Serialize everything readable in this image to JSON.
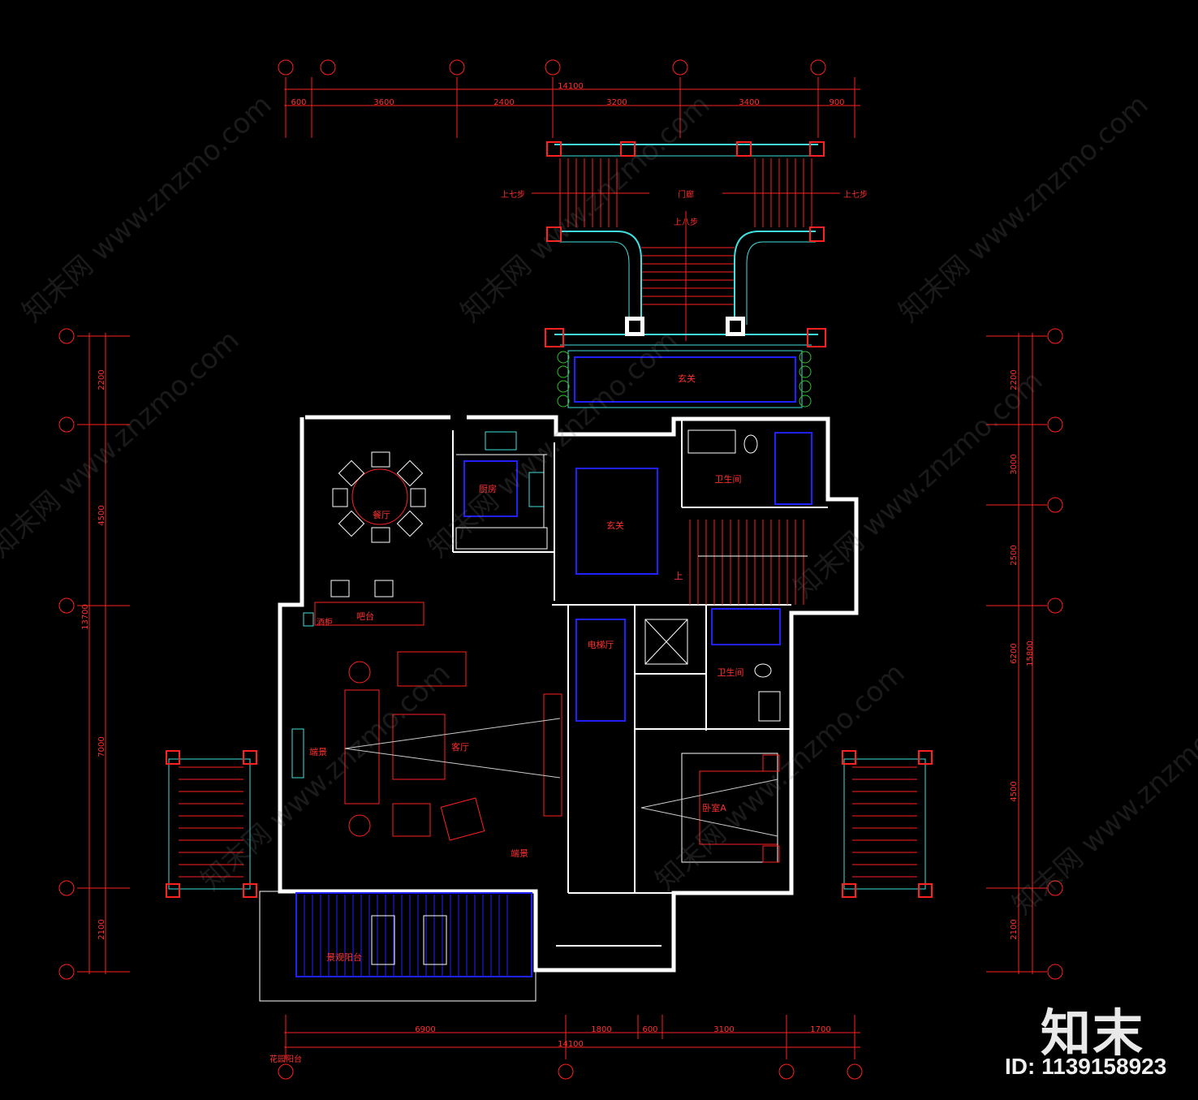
{
  "plan": {
    "top_dims": [
      "600",
      "3600",
      "2400",
      "3200",
      "3400",
      "900"
    ],
    "top_total": "14100",
    "bottom_dims": [
      "6900",
      "1800",
      "600",
      "3100",
      "1700"
    ],
    "bottom_total": "14100",
    "left_dims": [
      "2200",
      "4500",
      "13700",
      "7000",
      "2100"
    ],
    "right_dims": [
      "2200",
      "3000",
      "2500",
      "6200",
      "15800",
      "4500",
      "2100"
    ],
    "rooms": {
      "gate_canopy": "门廊",
      "up_seven_left": "上七步",
      "up_seven_right": "上七步",
      "up_eight": "上八步",
      "porch": "玄关",
      "foyer": "玄关",
      "dining": "餐厅",
      "kitchen": "厨房",
      "bathroom_1": "卫生间",
      "bathroom_2": "卫生间",
      "up": "上",
      "bar": "吧台",
      "wine": "酒柜",
      "elevator_hall": "电梯厅",
      "living": "客厅",
      "scenery_1": "端景",
      "scenery_2": "端景",
      "bedroom": "卧室A",
      "balcony": "景观阳台",
      "garden": "花园阳台"
    }
  },
  "watermark": "知末网 www.znzmo.com",
  "brand": {
    "logo": "知末",
    "id_label": "ID: 1139158923"
  },
  "colors": {
    "dim_red": "#ff2020",
    "wall_white": "#ffffff",
    "cyan": "#40e0e0",
    "blue": "#2020ff",
    "text_red": "#ff3030"
  }
}
